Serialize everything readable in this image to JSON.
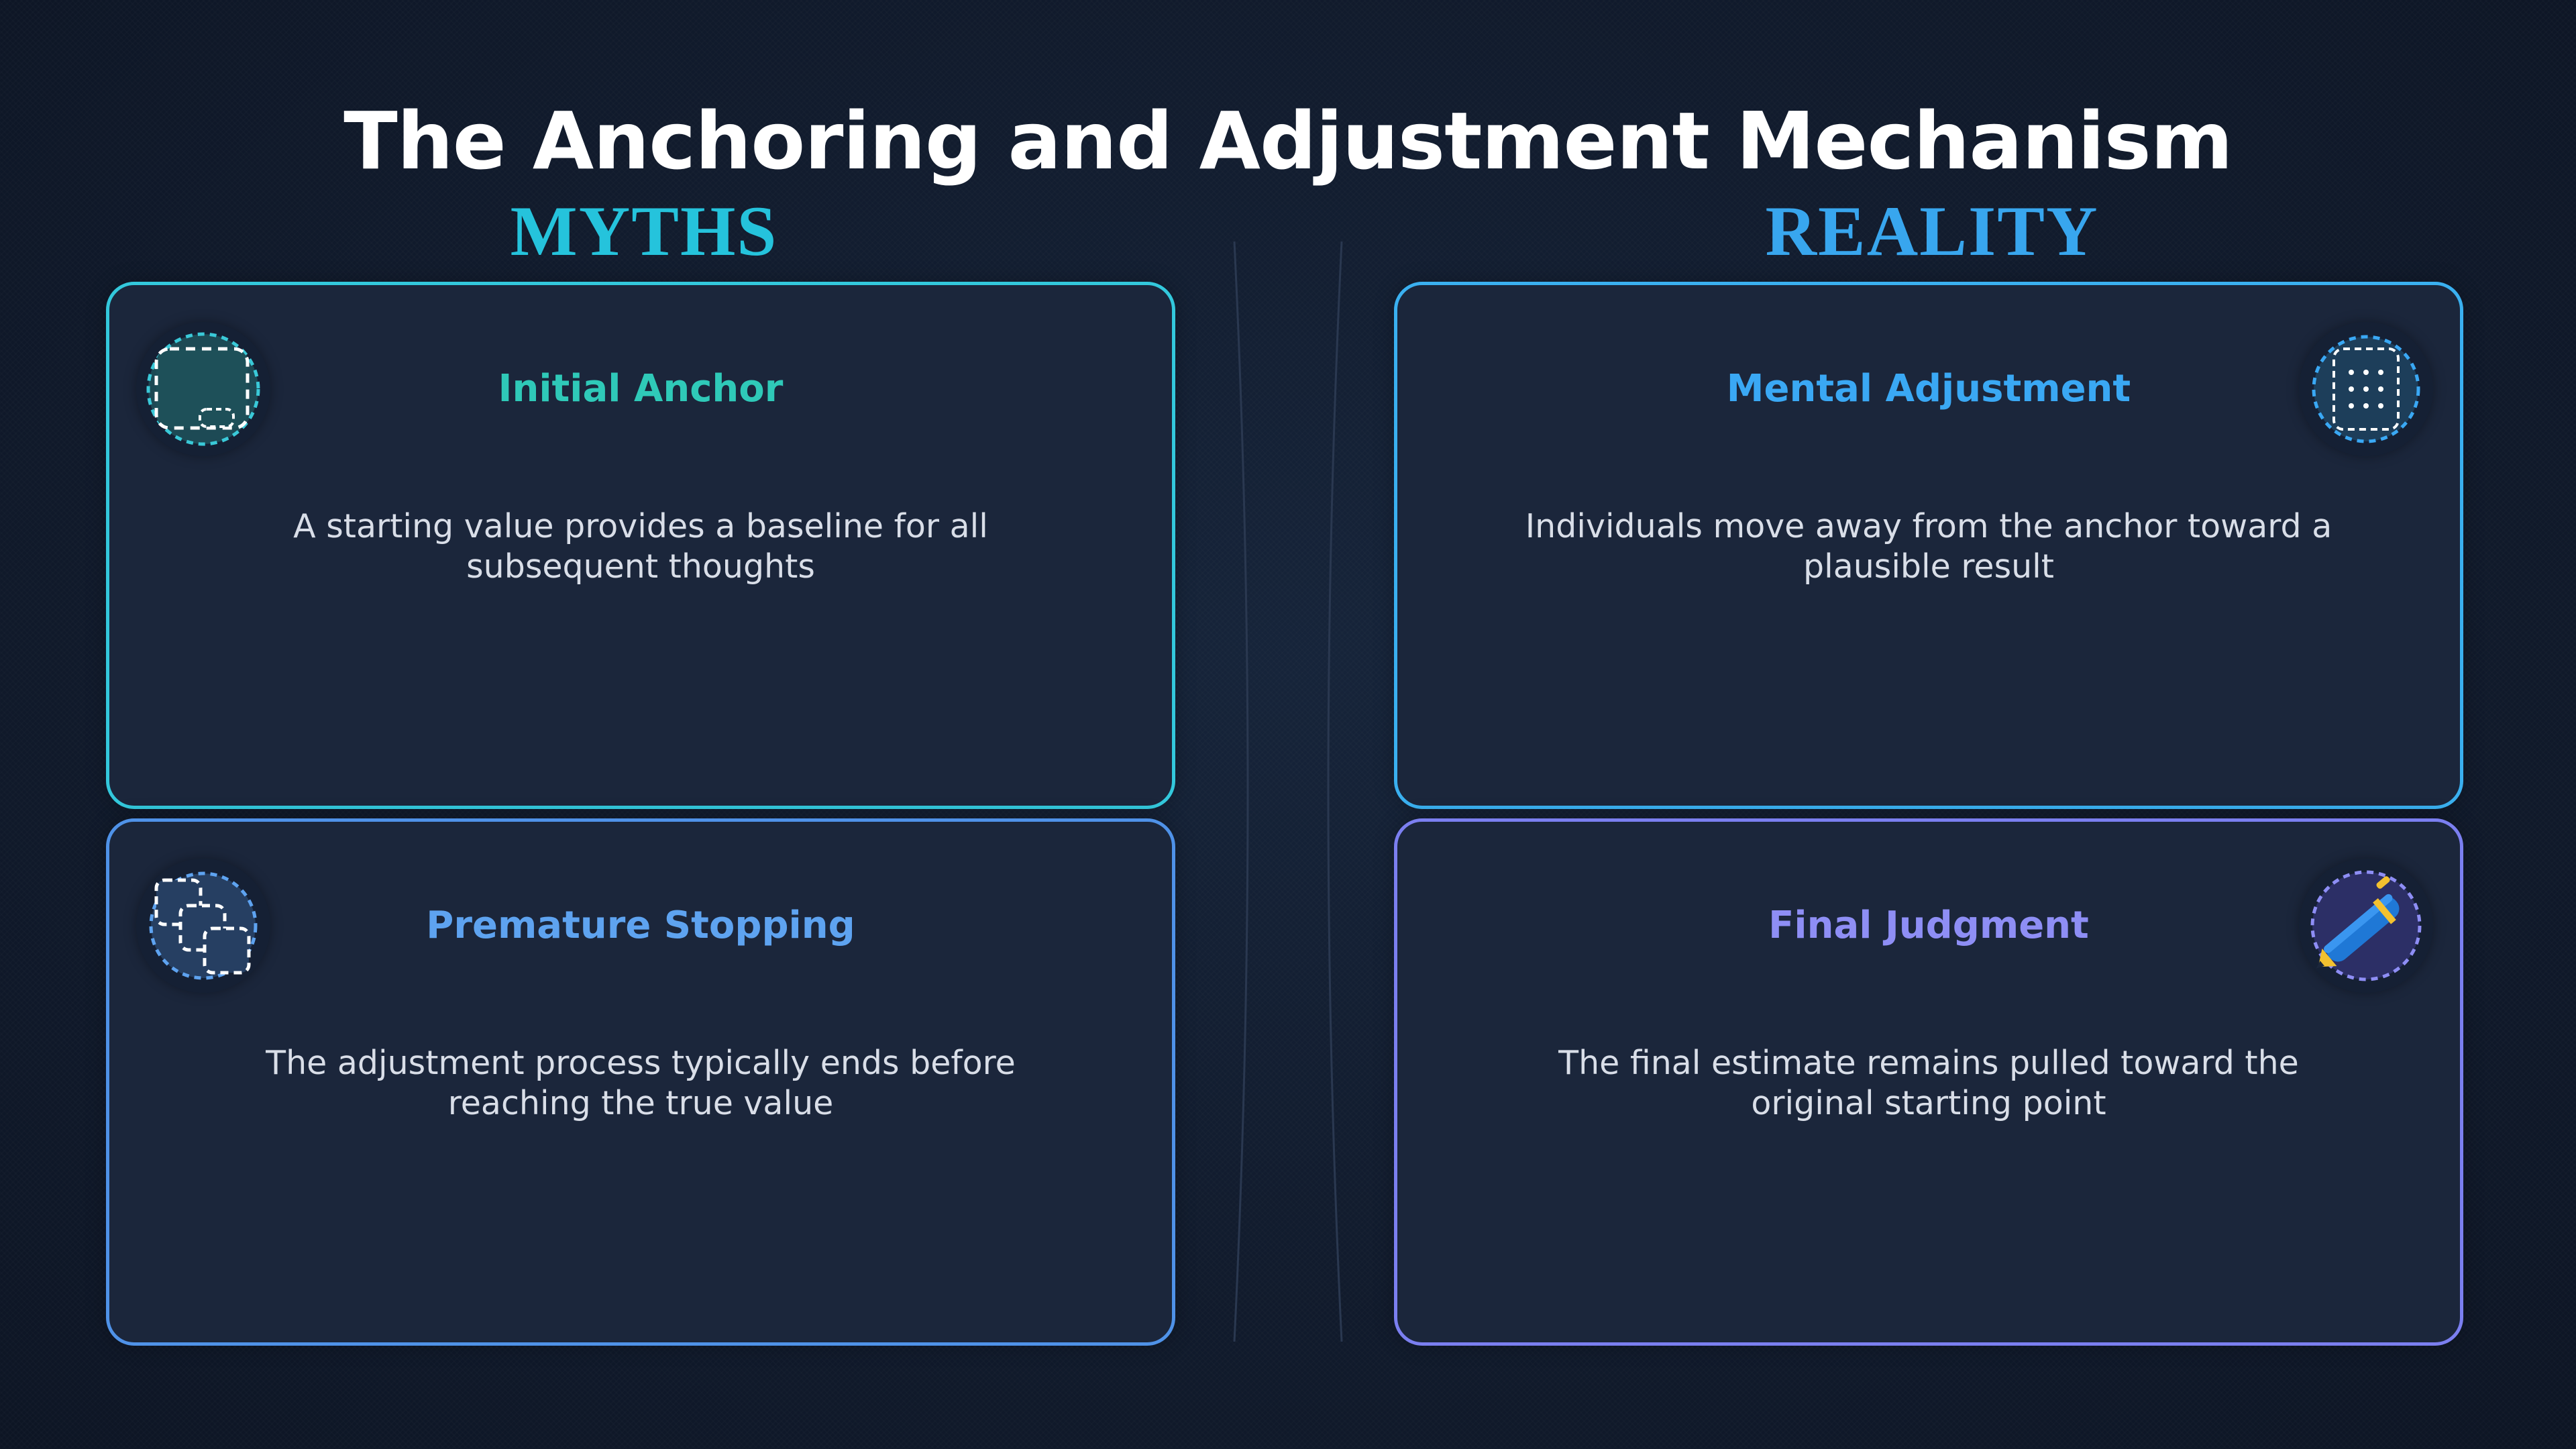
{
  "title": "The Anchoring and Adjustment Mechanism",
  "columns": {
    "left_heading": "MYTHS",
    "right_heading": "REALITY"
  },
  "cards": [
    {
      "title": "Initial Anchor",
      "description": "A starting value provides a baseline for all subsequent thoughts",
      "icon": "anchor-box-icon",
      "accent": "#2fc9b8"
    },
    {
      "title": "Mental Adjustment",
      "description": "Individuals move away from the anchor toward a plausible result",
      "icon": "dotted-grid-icon",
      "accent": "#3aa8f4"
    },
    {
      "title": "Premature Stopping",
      "description": "The adjustment process typically ends before reaching the true value",
      "icon": "overlapping-squares-icon",
      "accent": "#5ea3f0"
    },
    {
      "title": "Final Judgment",
      "description": "The final estimate remains pulled toward the original starting point",
      "icon": "pen-icon",
      "accent": "#8e8ef5"
    }
  ]
}
